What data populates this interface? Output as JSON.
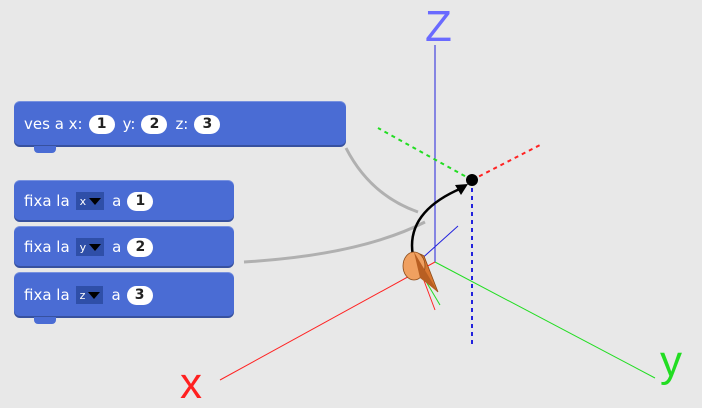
{
  "axes": {
    "x_label": "x",
    "y_label": "y",
    "z_label": "Z",
    "x_color": "#ff0000",
    "y_color": "#00e000",
    "z_color": "#6a6aff"
  },
  "goto_block": {
    "label": "ves a x:",
    "x_value": "1",
    "y_label": "y:",
    "y_value": "2",
    "z_label": "z:",
    "z_value": "3"
  },
  "set_blocks": [
    {
      "label": "fixa la",
      "variable": "x",
      "connector": "a",
      "value": "1"
    },
    {
      "label": "fixa la",
      "variable": "y",
      "connector": "a",
      "value": "2"
    },
    {
      "label": "fixa la",
      "variable": "z",
      "connector": "a",
      "value": "3"
    }
  ],
  "colors": {
    "block": "#4a6cd4",
    "background": "#e8e8e8",
    "turtle": "#e07a30"
  }
}
